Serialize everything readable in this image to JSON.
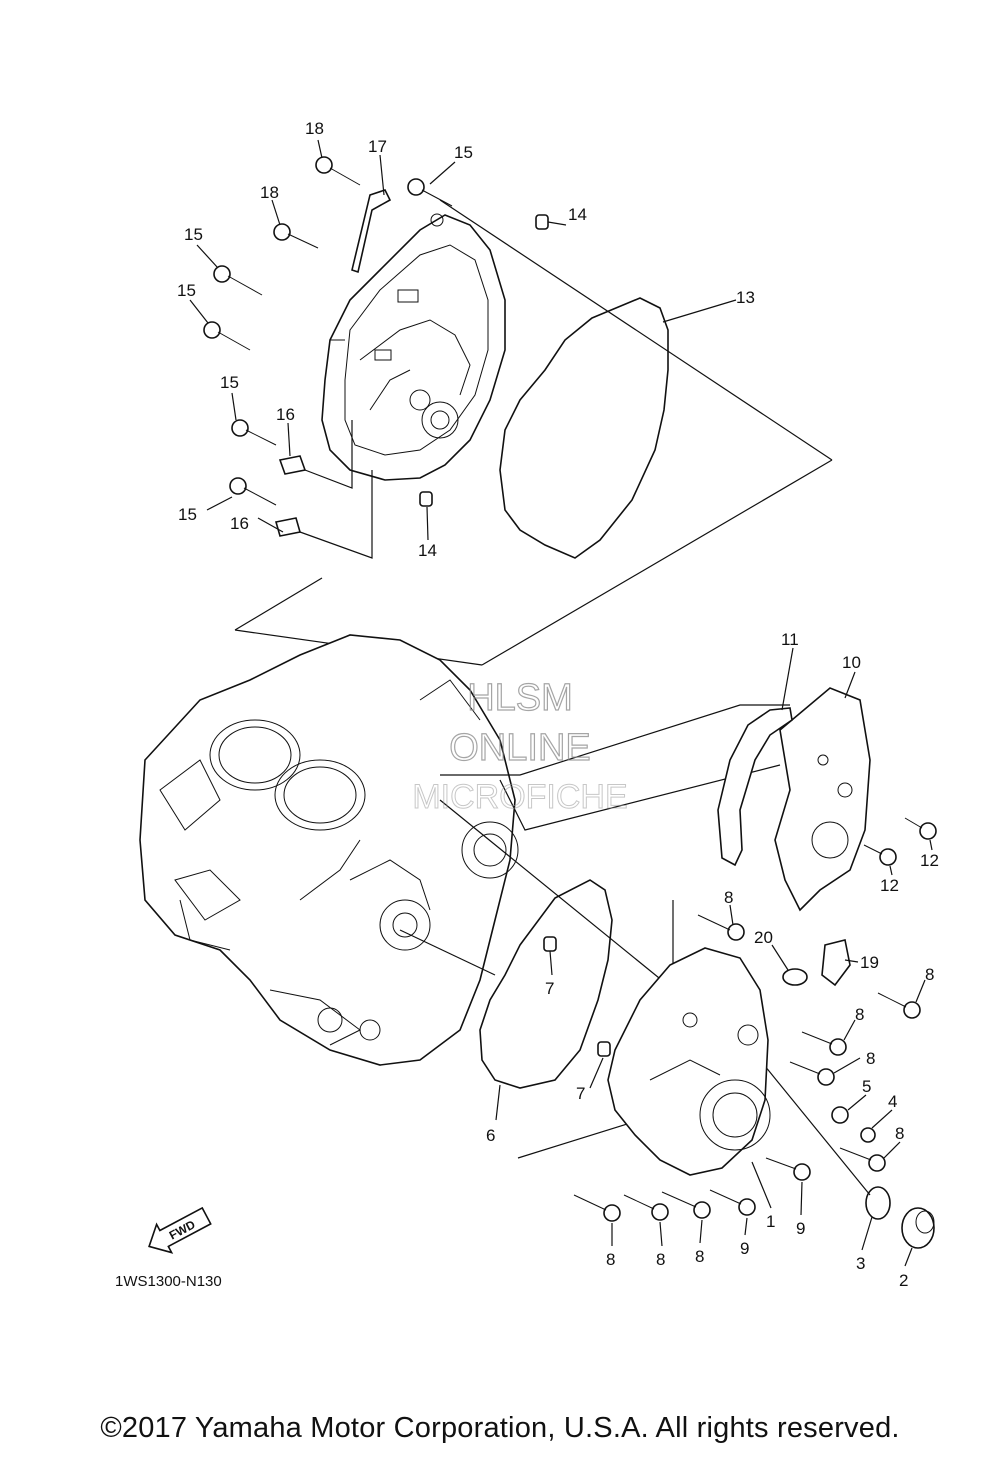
{
  "callouts": [
    {
      "id": "18a",
      "label": "18"
    },
    {
      "id": "17",
      "label": "17"
    },
    {
      "id": "15a",
      "label": "15"
    },
    {
      "id": "18b",
      "label": "18"
    },
    {
      "id": "14a",
      "label": "14"
    },
    {
      "id": "15b",
      "label": "15"
    },
    {
      "id": "13",
      "label": "13"
    },
    {
      "id": "15c",
      "label": "15"
    },
    {
      "id": "15d",
      "label": "15"
    },
    {
      "id": "16a",
      "label": "16"
    },
    {
      "id": "15e",
      "label": "15"
    },
    {
      "id": "16b",
      "label": "16"
    },
    {
      "id": "14b",
      "label": "14"
    },
    {
      "id": "11",
      "label": "11"
    },
    {
      "id": "10",
      "label": "10"
    },
    {
      "id": "12a",
      "label": "12"
    },
    {
      "id": "12b",
      "label": "12"
    },
    {
      "id": "8a",
      "label": "8"
    },
    {
      "id": "20",
      "label": "20"
    },
    {
      "id": "19",
      "label": "19"
    },
    {
      "id": "8b",
      "label": "8"
    },
    {
      "id": "7a",
      "label": "7"
    },
    {
      "id": "8c",
      "label": "8"
    },
    {
      "id": "8d",
      "label": "8"
    },
    {
      "id": "7b",
      "label": "7"
    },
    {
      "id": "5",
      "label": "5"
    },
    {
      "id": "4",
      "label": "4"
    },
    {
      "id": "6",
      "label": "6"
    },
    {
      "id": "8e",
      "label": "8"
    },
    {
      "id": "1",
      "label": "1"
    },
    {
      "id": "9a",
      "label": "9"
    },
    {
      "id": "9b",
      "label": "9"
    },
    {
      "id": "8f",
      "label": "8"
    },
    {
      "id": "8g",
      "label": "8"
    },
    {
      "id": "8h",
      "label": "8"
    },
    {
      "id": "3",
      "label": "3"
    },
    {
      "id": "2",
      "label": "2"
    }
  ],
  "fwd_label": "FWD",
  "diagram_code": "1WS1300-N130",
  "watermark": {
    "line1": "HLSM",
    "line2": "ONLINE",
    "line3": "MICROFICHE"
  },
  "copyright": "©2017 Yamaha Motor Corporation, U.S.A. All rights reserved."
}
